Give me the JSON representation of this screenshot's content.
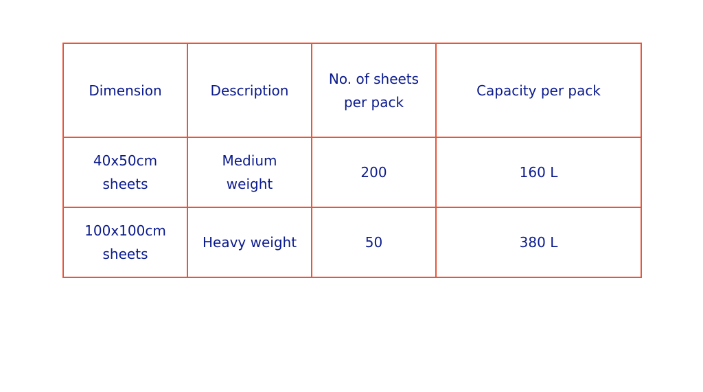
{
  "table": {
    "headers": [
      "Dimension",
      "Description",
      "No. of sheets per pack",
      "Capacity per pack"
    ],
    "rows": [
      [
        "40x50cm sheets",
        "Medium weight",
        "200",
        "160 L"
      ],
      [
        "100x100cm sheets",
        "Heavy weight",
        "50",
        "380 L"
      ]
    ]
  },
  "colors": {
    "border": "#e8553a",
    "text": "#0a1a8c",
    "background": "#ffffff"
  }
}
